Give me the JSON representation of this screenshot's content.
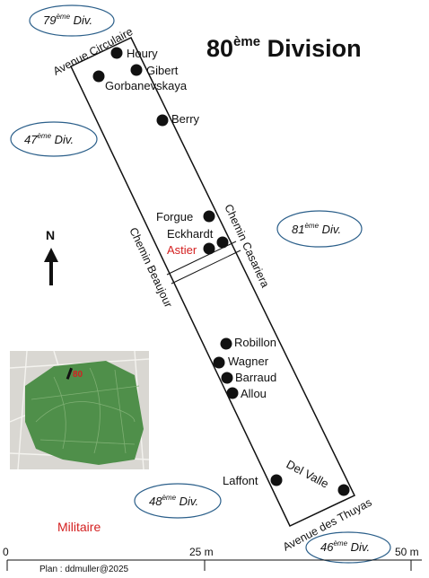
{
  "title": {
    "main": "80",
    "sup": "ème",
    "rest": " Division"
  },
  "divisions": [
    {
      "num": "79",
      "sup": "ème",
      "suffix": " Div."
    },
    {
      "num": "47",
      "sup": "ème",
      "suffix": " Div."
    },
    {
      "num": "81",
      "sup": "ème",
      "suffix": " Div."
    },
    {
      "num": "48",
      "sup": "ème",
      "suffix": " Div."
    },
    {
      "num": "46",
      "sup": "ème",
      "suffix": " Div."
    }
  ],
  "streets": {
    "avenue_circulaire": "Avenue Circulaire",
    "chemin_casariera": "Chemin Casariera",
    "chemin_beaujour": "Chemin Beaujour",
    "avenue_des_thuyas": "Avenue des Thuyas"
  },
  "graves": [
    "Houry",
    "Gibert",
    "Gorbanevskaya",
    "Berry",
    "Forgue",
    "Eckhardt",
    "Astier",
    "Robillon",
    "Wagner",
    "Barraud",
    "Allou",
    "Laffont",
    "Del Valle"
  ],
  "north_label": "N",
  "inset_label": "80",
  "militaire": "Militaire",
  "scale": {
    "start": "0",
    "mid": "25 m",
    "end": "50 m"
  },
  "credit": "Plan : ddmuller@2025",
  "colors": {
    "highlight": "#d42020",
    "division_outline": "#2b5f8a",
    "inset_green": "#4f8f4a"
  }
}
